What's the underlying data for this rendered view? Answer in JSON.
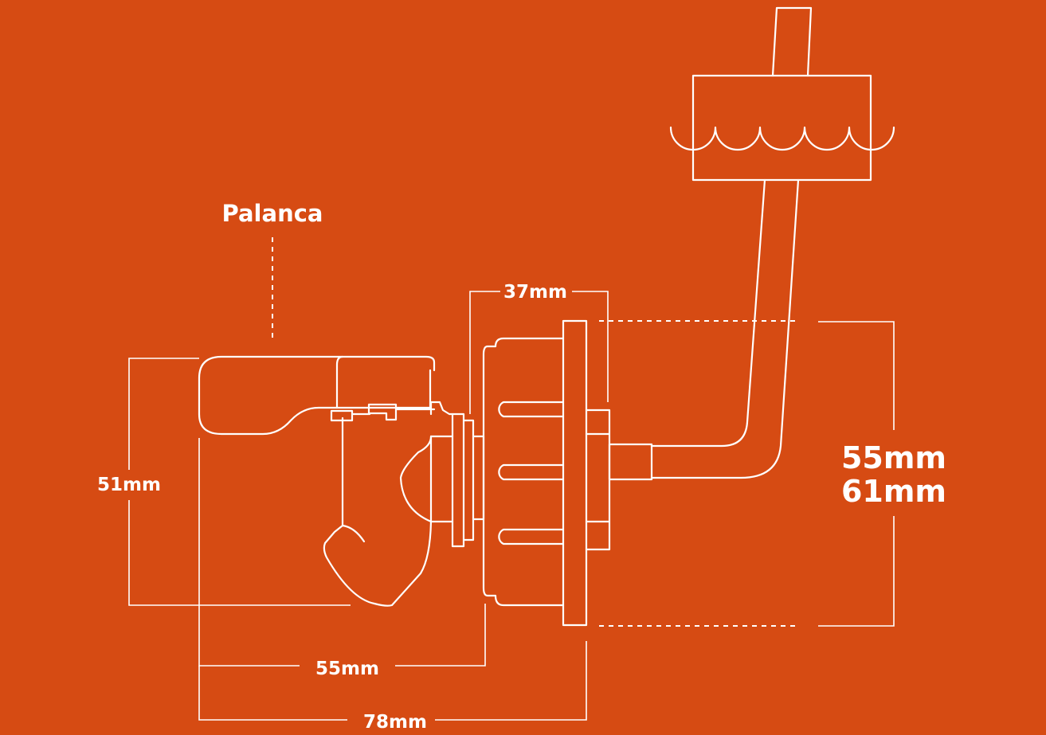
{
  "colors": {
    "background": "#d64b13",
    "stroke": "#ffffff"
  },
  "labels": {
    "lever": "Palanca",
    "top_width": "37mm",
    "height": "51mm",
    "depth_short": "55mm",
    "depth_total": "78mm",
    "flange_a": "55mm",
    "flange_b": "61mm"
  }
}
